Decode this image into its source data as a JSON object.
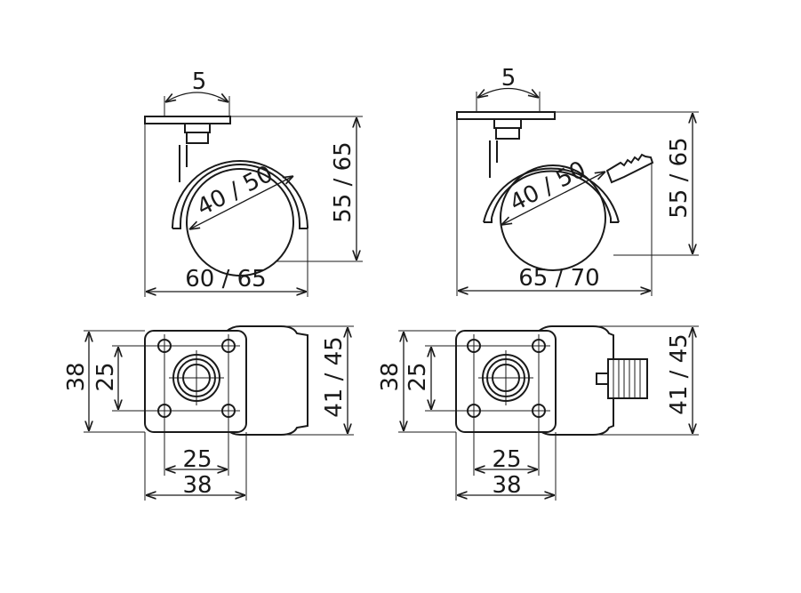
{
  "drawing": {
    "views": [
      {
        "id": "side-view-no-brake",
        "dims": {
          "plate_offset": "5",
          "wheel_diameter": "40 / 50",
          "height": "55 / 65",
          "width": "60 / 65"
        }
      },
      {
        "id": "side-view-with-brake",
        "dims": {
          "plate_offset": "5",
          "wheel_diameter": "40 / 50",
          "height": "55 / 65",
          "width": "65 / 70"
        }
      },
      {
        "id": "top-view-no-brake",
        "dims": {
          "plate_height": "38",
          "hole_spacing_v": "25",
          "length": "41 / 45",
          "hole_spacing_h": "25",
          "plate_width": "38"
        }
      },
      {
        "id": "top-view-with-brake",
        "dims": {
          "plate_height": "38",
          "hole_spacing_v": "25",
          "length": "41 / 45",
          "hole_spacing_h": "25",
          "plate_width": "38"
        }
      }
    ]
  }
}
